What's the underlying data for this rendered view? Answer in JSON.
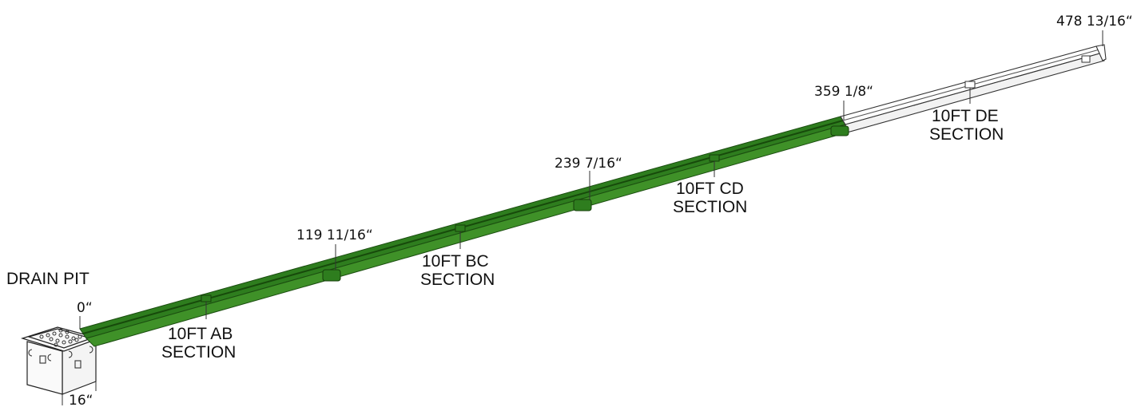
{
  "title": "DRAIN PIT",
  "start_mark": "0“",
  "pit_size": "16“",
  "marks": {
    "m1": "119 11/16“",
    "m2": "239 7/16“",
    "m3": "359 1/8“",
    "m4": "478 13/16“"
  },
  "sections": {
    "ab": {
      "line1": "10FT AB",
      "line2": "SECTION"
    },
    "bc": {
      "line1": "10FT BC",
      "line2": "SECTION"
    },
    "cd": {
      "line1": "10FT CD",
      "line2": "SECTION"
    },
    "de": {
      "line1": "10FT DE",
      "line2": "SECTION"
    }
  },
  "colors": {
    "installed_channel": "#2e7d1e",
    "installed_channel_dark": "#1b4d10",
    "uninstalled_channel": "#ffffff",
    "outline": "#222222"
  }
}
